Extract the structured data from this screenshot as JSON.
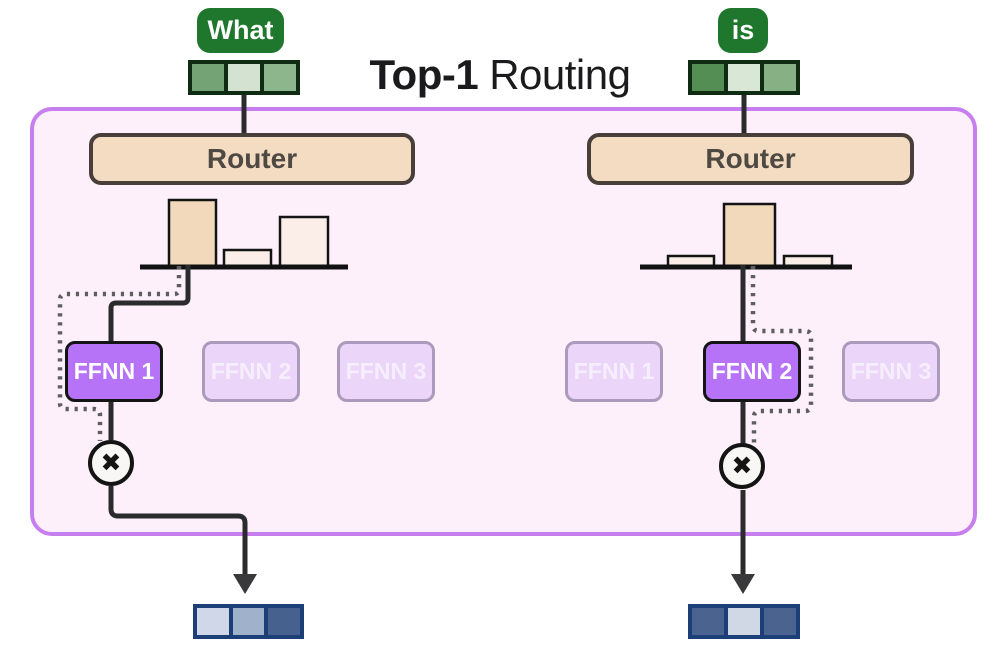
{
  "title": {
    "highlight": "Top-1",
    "rest": "Routing"
  },
  "tokens": {
    "left": {
      "label": "What"
    },
    "right": {
      "label": "is"
    }
  },
  "embeddings": {
    "input_left": {
      "cell_colors": [
        "#74a475",
        "#d4e3d1",
        "#8eb68c"
      ]
    },
    "input_right": {
      "cell_colors": [
        "#558e54",
        "#d9e8d6",
        "#87b085"
      ]
    },
    "output_left": {
      "cell_colors": [
        "#cfd7e8",
        "#a0b1cb",
        "#47618f"
      ]
    },
    "output_right": {
      "cell_colors": [
        "#4a648f",
        "#d0d8e6",
        "#4a648f"
      ]
    }
  },
  "columns": {
    "left": {
      "router_label": "Router",
      "distribution": {
        "type": "bar",
        "categories": [
          "FFNN 1",
          "FFNN 2",
          "FFNN 3"
        ],
        "relative_heights": [
          1.0,
          0.25,
          0.75
        ],
        "selected_expert": "FFNN 1"
      },
      "experts": [
        {
          "label": "FFNN 1",
          "state": "selected"
        },
        {
          "label": "FFNN 2",
          "state": "inactive"
        },
        {
          "label": "FFNN 3",
          "state": "inactive"
        }
      ],
      "multiply_symbol": "✖"
    },
    "right": {
      "router_label": "Router",
      "distribution": {
        "type": "bar",
        "categories": [
          "FFNN 1",
          "FFNN 2",
          "FFNN 3"
        ],
        "relative_heights": [
          0.17,
          1.0,
          0.17
        ],
        "selected_expert": "FFNN 2"
      },
      "experts": [
        {
          "label": "FFNN 1",
          "state": "inactive"
        },
        {
          "label": "FFNN 2",
          "state": "selected"
        },
        {
          "label": "FFNN 3",
          "state": "inactive"
        }
      ],
      "multiply_symbol": "✖"
    }
  },
  "colors": {
    "panel_fill": "#fdf0fa",
    "panel_border": "#c77ff0",
    "token_green": "#1e772c",
    "embedding_border_green": "#0f2c13",
    "embedding_border_navy": "#1d3f78",
    "router_fill": "#f4dcc2",
    "router_border": "#483f3a",
    "bar_selected_fill": "#f2d9bb",
    "bar_unselected_fill": "#fbeee9",
    "expert_selected_fill": "#b673f8",
    "expert_inactive_fill": "#ebd6fa",
    "expert_inactive_border": "#ab9abc",
    "wire_dark": "#2b2b2d",
    "wire_dotted": "#5e5e60"
  }
}
